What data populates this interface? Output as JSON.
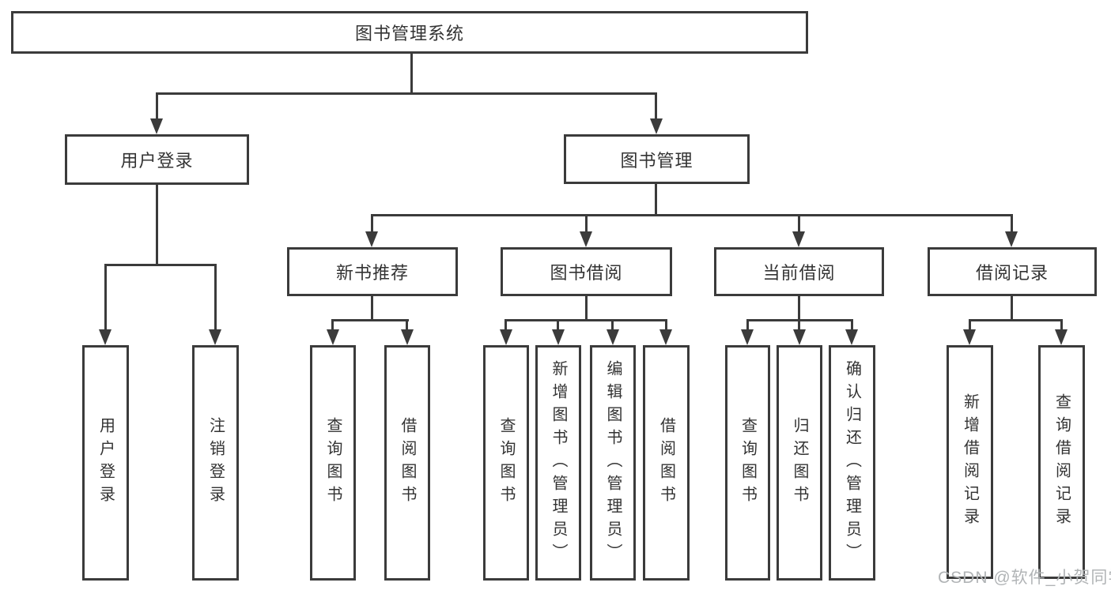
{
  "nodes": {
    "root": "图书管理系统",
    "user_login": "用户登录",
    "book_mgmt": "图书管理",
    "new_book_rec": "新书推荐",
    "book_borrow": "图书借阅",
    "current_borrow": "当前借阅",
    "borrow_records": "借阅记录",
    "leaf_user_login": "用户登录",
    "leaf_logout": "注销登录",
    "leaf_query_book_rec": "查询图书",
    "leaf_borrow_book_rec": "借阅图书",
    "leaf_query_book_bb": "查询图书",
    "leaf_add_book": "新增图书（管理员）",
    "leaf_edit_book": "编辑图书（管理员）",
    "leaf_borrow_book_bb": "借阅图书",
    "leaf_query_book_cb": "查询图书",
    "leaf_return_book": "归还图书",
    "leaf_confirm_return": "确认归还（管理员）",
    "leaf_add_record": "新增借阅记录",
    "leaf_query_record": "查询借阅记录"
  },
  "structure": {
    "图书管理系统": {
      "用户登录": [
        "用户登录",
        "注销登录"
      ],
      "图书管理": {
        "新书推荐": [
          "查询图书",
          "借阅图书"
        ],
        "图书借阅": [
          "查询图书",
          "新增图书（管理员）",
          "编辑图书（管理员）",
          "借阅图书"
        ],
        "当前借阅": [
          "查询图书",
          "归还图书",
          "确认归还（管理员）"
        ],
        "借阅记录": [
          "新增借阅记录",
          "查询借阅记录"
        ]
      }
    }
  },
  "watermark": {
    "text": "CSDN @软件_小贺同学",
    "color": "#b1b4b6"
  },
  "colors": {
    "line": "#3b3b3b",
    "text": "#333333",
    "background": "#ffffff"
  }
}
